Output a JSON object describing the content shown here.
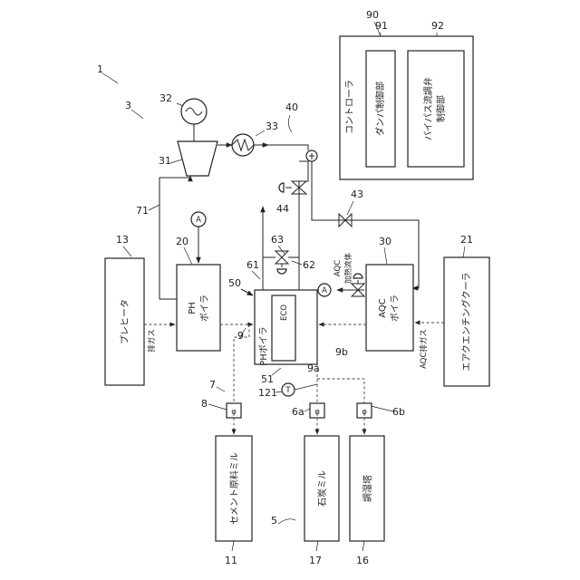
{
  "refs": {
    "system": "1",
    "plant": "3",
    "unit5": "5",
    "line7": "7",
    "valve8": "8",
    "duct9": "9",
    "valve6a": "6a",
    "valve6b": "6b",
    "duct9a": "9a",
    "duct9b": "9b",
    "mill_cement": "11",
    "preheater": "13",
    "humid_tower": "16",
    "coal_mill": "17",
    "ph_boiler": "20",
    "cooler": "21",
    "aqc_boiler": "30",
    "turbine": "31",
    "generator": "32",
    "condenser": "33",
    "line40": "40",
    "valve43": "43",
    "line44": "44",
    "ph_boiler_small": "50",
    "eco": "51",
    "line61": "61",
    "valve62": "62",
    "valve63": "63",
    "line71": "71",
    "controller": "90",
    "damper_ctrl": "91",
    "bypass_ctrl": "92",
    "temp_sensor": "121"
  },
  "labels": {
    "preheater": "プレヒータ",
    "ph_boiler_l1": "PH",
    "ph_boiler_l2": "ボイラ",
    "ph_boiler_small": "PHボイラ",
    "eco": "ECO",
    "aqc_boiler_l1": "AQC",
    "aqc_boiler_l2": "ボイラ",
    "cooler": "エアクエンチングクーラ",
    "cement_mill": "セメント原料ミル",
    "coal_mill": "石炭ミル",
    "humid_tower": "調湿塔",
    "controller": "コントローラ",
    "damper_ctrl": "ダンパ制御部",
    "bypass_ctrl_l1": "バイパス流調弁",
    "bypass_ctrl_l2": "制御部",
    "exhaust_gas": "排ガス",
    "aqc_exhaust": "AQC排ガス",
    "aqc_heat_l1": "AQC",
    "aqc_heat_l2": "加熱流体",
    "meter_a": "A",
    "meter_t": "T",
    "damper_symbol": "φ"
  }
}
